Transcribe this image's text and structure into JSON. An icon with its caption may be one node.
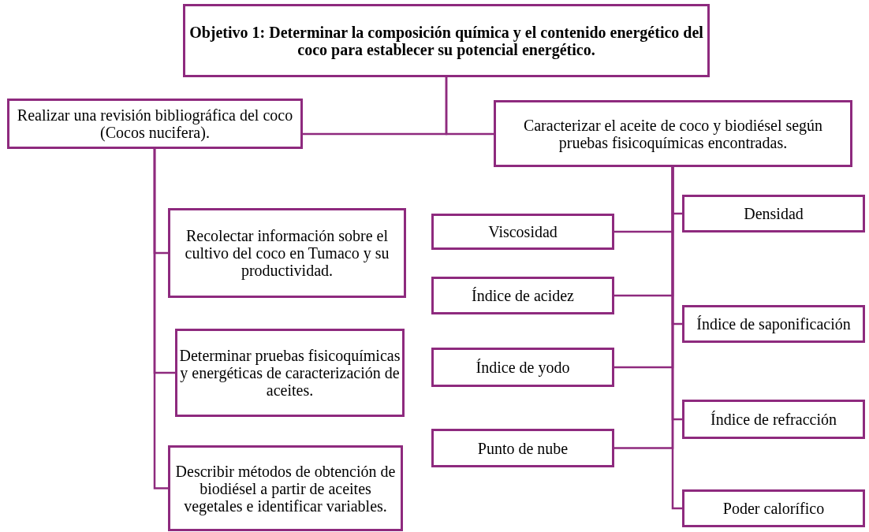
{
  "diagram": {
    "nodes": [
      {
        "text": [
          "Objetivo 1: Determinar la composición química y el contenido energético del coco para establecer su potencial energético."
        ]
      },
      {
        "text": [
          "Realizar una revisión bibliográfica del  coco (Cocos nucifera)."
        ]
      },
      {
        "text": [
          "Caracterizar el aceite de coco y biodiésel según pruebas fisicoquímicas encontradas."
        ]
      },
      {
        "text": [
          "Recolectar información sobre el cultivo del coco en Tumaco y su productividad."
        ]
      },
      {
        "text": [
          "Determinar pruebas fisicoquímicas y energéticas de caracterización de aceites."
        ]
      },
      {
        "text": [
          "Describir métodos de obtención de biodiésel a partir de aceites vegetales e identificar variables."
        ]
      },
      {
        "text": [
          "Densidad"
        ]
      },
      {
        "text": [
          "Viscosidad"
        ]
      },
      {
        "text": [
          "Índice de acidez"
        ]
      },
      {
        "text": [
          "Índice de saponificación"
        ]
      },
      {
        "text": [
          "Índice de yodo"
        ]
      },
      {
        "text": [
          "Índice de refracción"
        ]
      },
      {
        "text": [
          "Punto de nube"
        ]
      },
      {
        "text": [
          "Poder calorífico"
        ]
      }
    ],
    "edges": [
      {
        "from": 0,
        "to": 1,
        "arrow": "none"
      },
      {
        "from": 0,
        "to": 2,
        "arrow": "none"
      },
      {
        "from": 1,
        "to": 3,
        "arrow": "none"
      },
      {
        "from": 1,
        "to": 4,
        "arrow": "none"
      },
      {
        "from": 1,
        "to": 5,
        "arrow": "none"
      },
      {
        "from": 2,
        "to": 6,
        "arrow": "none"
      },
      {
        "from": 2,
        "to": 7,
        "arrow": "none"
      },
      {
        "from": 2,
        "to": 8,
        "arrow": "none"
      },
      {
        "from": 2,
        "to": 9,
        "arrow": "none"
      },
      {
        "from": 2,
        "to": 10,
        "arrow": "none"
      },
      {
        "from": 2,
        "to": 11,
        "arrow": "none"
      },
      {
        "from": 2,
        "to": 12,
        "arrow": "none"
      },
      {
        "from": 2,
        "to": 13,
        "arrow": "none"
      }
    ]
  }
}
